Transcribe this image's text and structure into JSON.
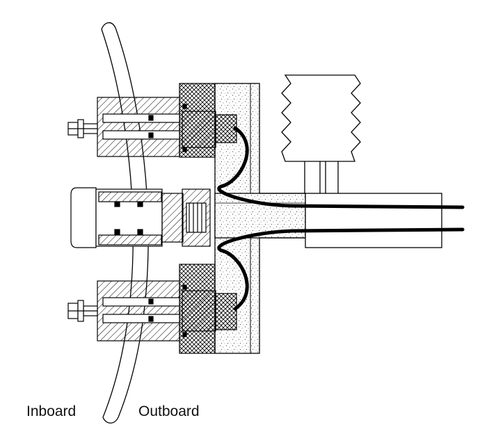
{
  "labels": {
    "inboard": "Inboard",
    "outboard": "Outboard"
  },
  "colors": {
    "line": "#000000",
    "background": "#ffffff",
    "potting": "#f2f2f2",
    "cable": "#000000"
  },
  "parts": [
    "wall",
    "upper-feedthrough",
    "center-connector",
    "lower-feedthrough",
    "flange",
    "bellows",
    "tube",
    "cables"
  ]
}
